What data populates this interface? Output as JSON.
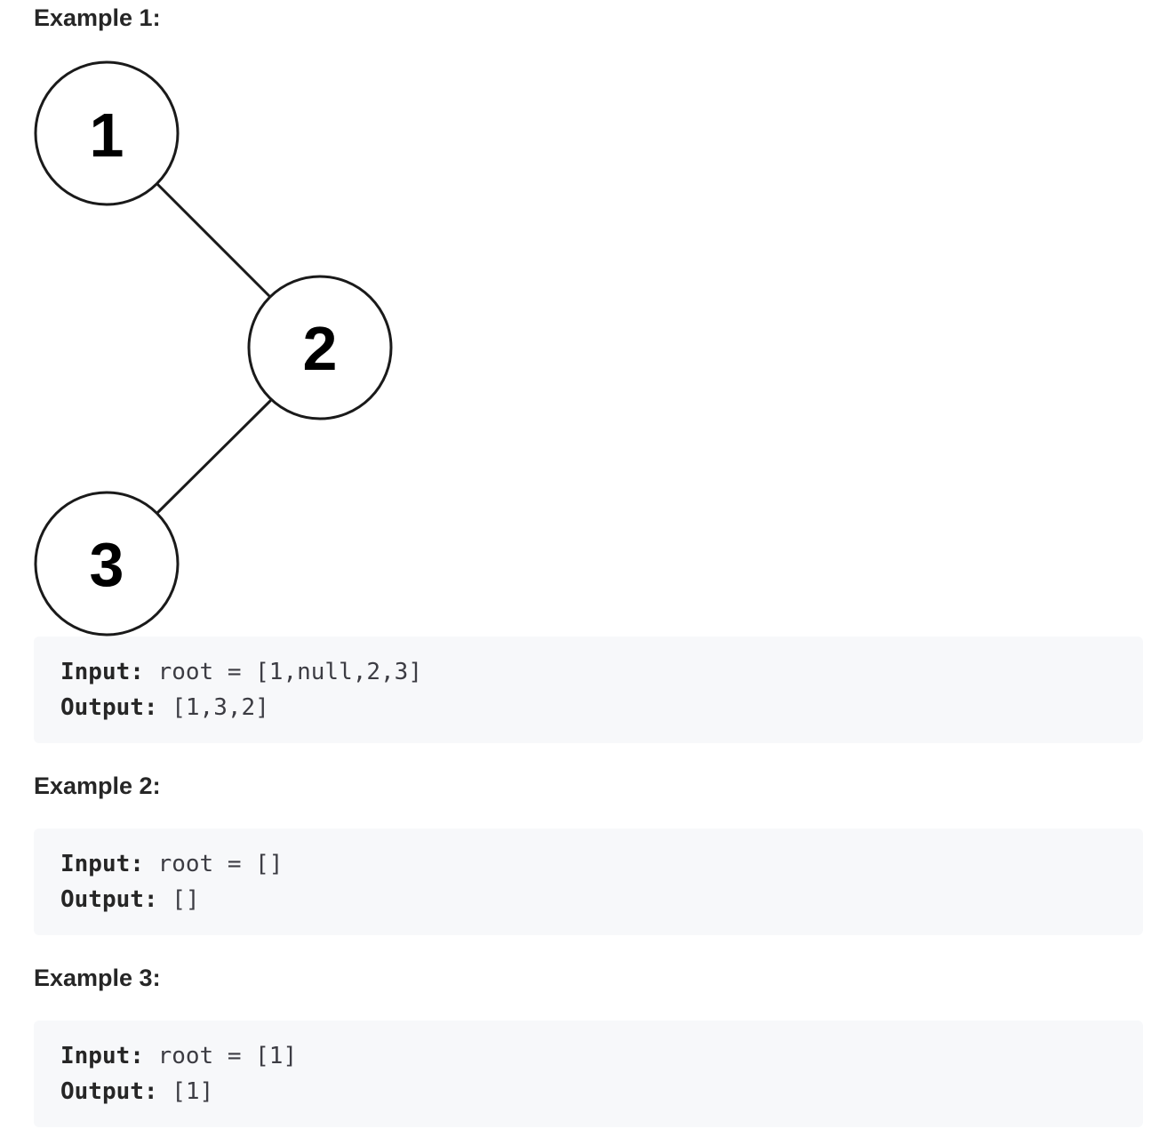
{
  "examples": [
    {
      "heading": "Example 1:",
      "input_label": "Input:",
      "input_value": " root = [1,null,2,3]",
      "output_label": "Output:",
      "output_value": " [1,3,2]"
    },
    {
      "heading": "Example 2:",
      "input_label": "Input:",
      "input_value": " root = []",
      "output_label": "Output:",
      "output_value": " []"
    },
    {
      "heading": "Example 3:",
      "input_label": "Input:",
      "input_value": " root = [1]",
      "output_label": "Output:",
      "output_value": " [1]"
    }
  ],
  "tree": {
    "nodes": [
      "1",
      "2",
      "3"
    ],
    "edges": [
      [
        "1",
        "2"
      ],
      [
        "2",
        "3"
      ]
    ]
  }
}
